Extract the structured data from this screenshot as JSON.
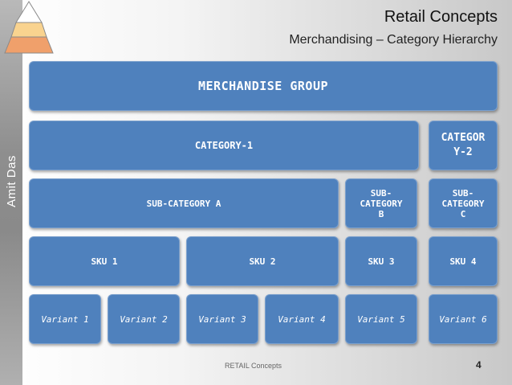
{
  "slide": {
    "title": "Retail Concepts",
    "subtitle": "Merchandising – Category Hierarchy",
    "side_text": "Amit Das",
    "footer": "RETAIL Concepts",
    "page_number": "4"
  },
  "hierarchy": {
    "merchandise_group": "MERCHANDISE GROUP",
    "category_1": "CATEGORY-1",
    "category_2": "CATEGOR Y-2",
    "subcategory_a": "SUB-CATEGORY A",
    "subcategory_b": "SUB- CATEGORY B",
    "subcategory_c": "SUB- CATEGORY C",
    "sku": [
      "SKU 1",
      "SKU 2",
      "SKU 3",
      "SKU 4"
    ],
    "variants": [
      "Variant 1",
      "Variant 2",
      "Variant 3",
      "Variant 4",
      "Variant 5",
      "Variant 6"
    ]
  },
  "colors": {
    "box_fill": "#4f81bd",
    "pyramid_top": "#ffffff",
    "pyramid_mid": "#f9c989",
    "pyramid_bottom": "#f0a06b"
  }
}
